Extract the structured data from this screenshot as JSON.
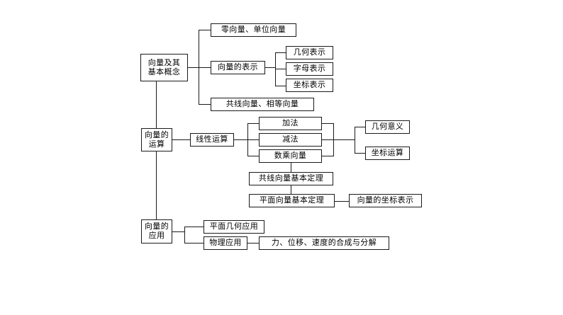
{
  "diagram": {
    "type": "tree-mindmap",
    "title": "向量知识结构图",
    "orientation": "left-to-right",
    "background_color": "#ffffff",
    "line_color": "#1a1a1a",
    "text_color": "#000000"
  },
  "nodes": {
    "root1": "向量及其\n基本概念",
    "n_zero_unit": "零向量、单位向量",
    "n_representation": "向量的表示",
    "n_geometric_rep": "几何表示",
    "n_letter_rep": "字母表示",
    "n_coordinate_rep": "坐标表示",
    "n_collinear_equal": "共线向量、相等向量",
    "root2": "向量的\n运算",
    "n_linear_op": "线性运算",
    "n_addition": "加法",
    "n_subtraction": "减法",
    "n_scalar_multiply": "数乘向量",
    "n_geometric_meaning": "几何意义",
    "n_coordinate_op": "坐标运算",
    "n_collinear_theorem": "共线向量基本定理",
    "n_plane_theorem": "平面向量基本定理",
    "n_vector_coordinate": "向量的坐标表示",
    "root3": "向量的\n应用",
    "n_plane_geometry_app": "平面几何应用",
    "n_physics_app": "物理应用",
    "n_force_displacement": "力、位移、速度的合成与分解"
  }
}
